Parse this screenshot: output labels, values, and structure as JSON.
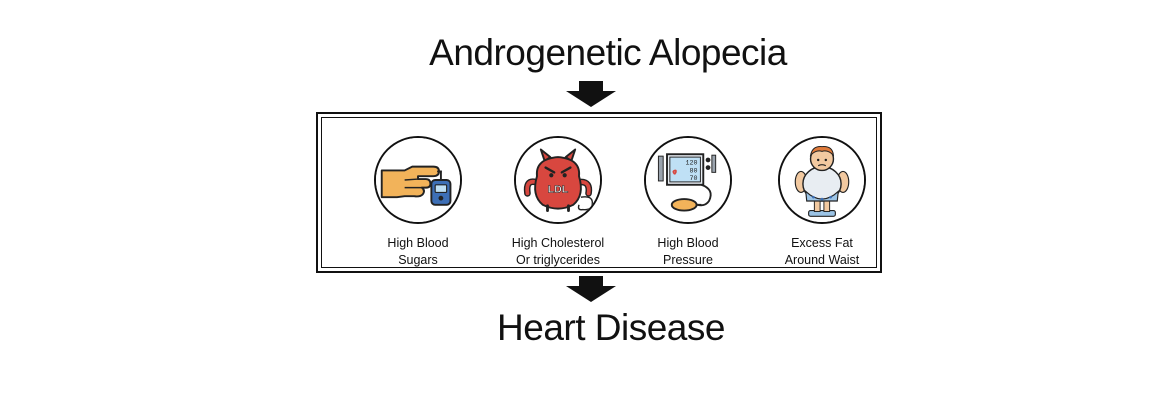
{
  "diagram": {
    "top_title": "Androgenetic Alopecia",
    "bottom_title": "Heart Disease",
    "factors": [
      {
        "line1": "High Blood",
        "line2": "Sugars",
        "icon": "blood-glucose-meter-icon"
      },
      {
        "line1": "High Cholesterol",
        "line2": "Or triglycerides",
        "icon": "ldl-devil-icon"
      },
      {
        "line1": "High Blood",
        "line2": "Pressure",
        "icon": "blood-pressure-monitor-icon"
      },
      {
        "line1": "Excess Fat",
        "line2": "Around Waist",
        "icon": "overweight-man-icon"
      }
    ],
    "icon_text": {
      "ldl": "LDL",
      "bp_systolic": "120",
      "bp_diastolic": "80",
      "bp_pulse": "70"
    }
  }
}
